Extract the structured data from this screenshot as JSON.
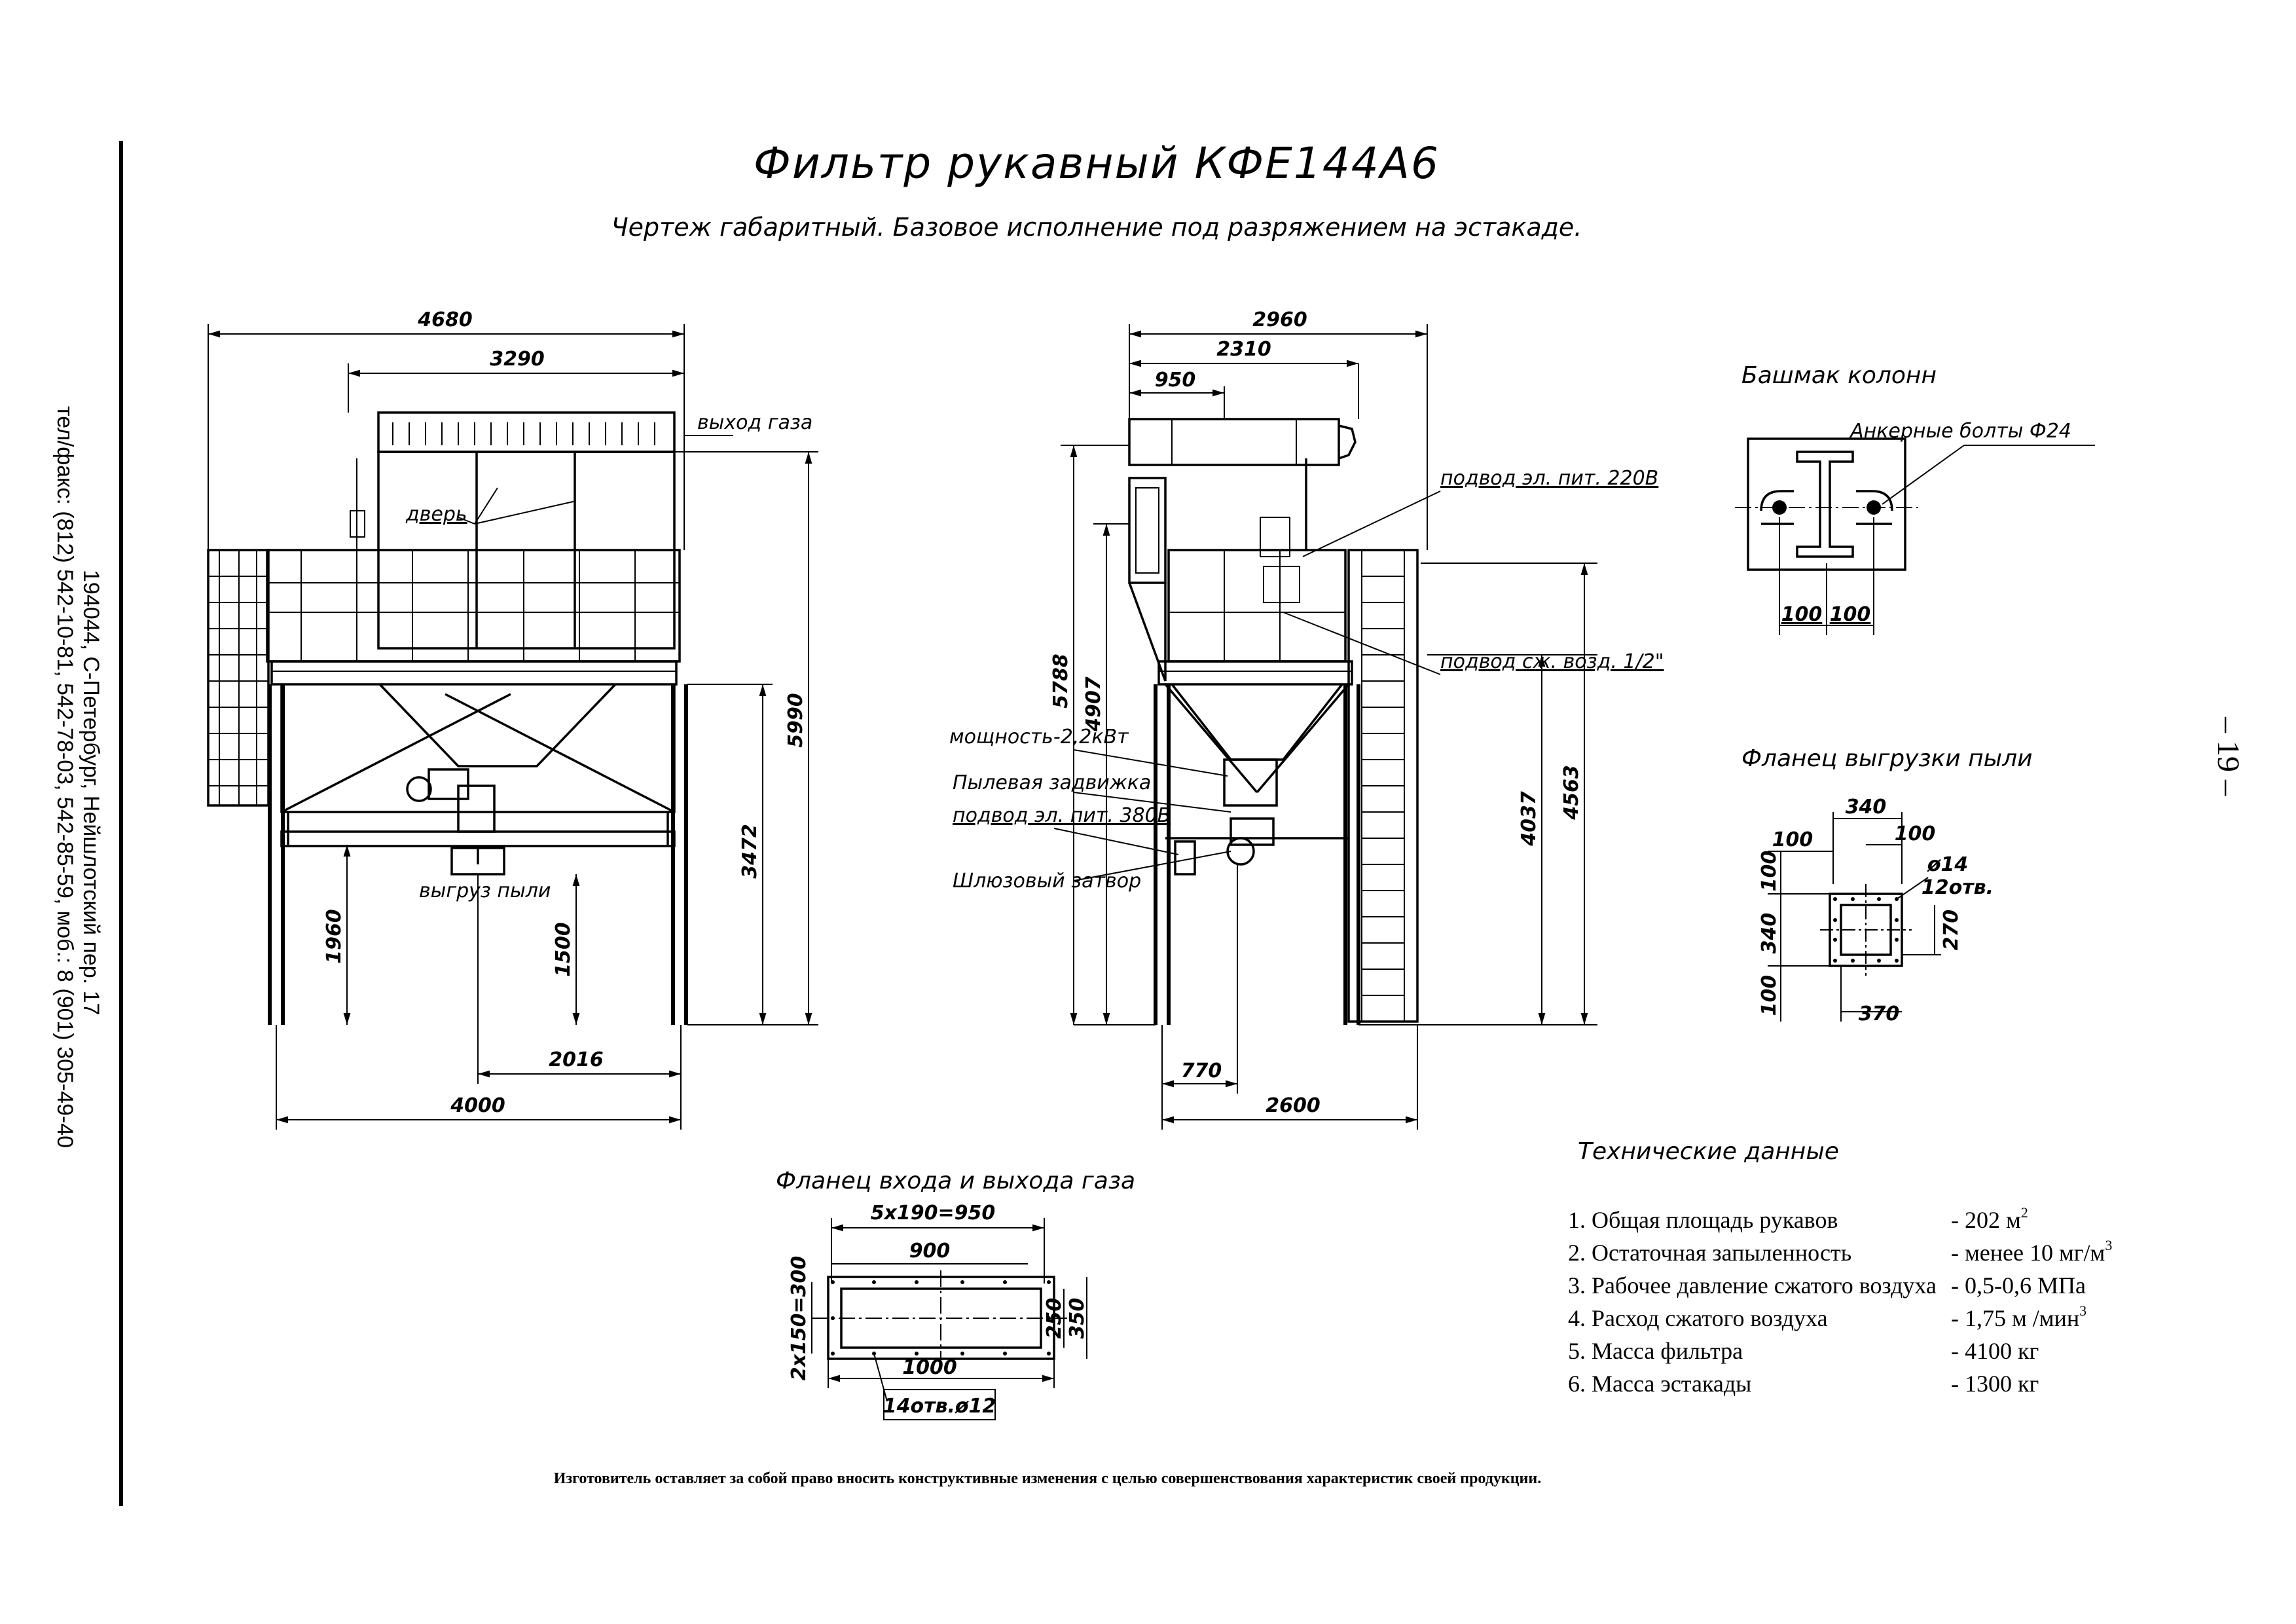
{
  "title": "Фильтр рукавный КФЕ144А6",
  "subtitle": "Чертеж габаритный. Базовое исполнение под разряжением на эстакаде.",
  "side_text": {
    "address": "194044, С-Петербург, Нейшлотский пер. 17",
    "phones": "тел/факс: (812) 542-10-81, 542-78-03, 542-85-59, моб.: 8 (901) 305-49-40"
  },
  "page_number": "– 19 –",
  "front_view": {
    "dimensions": {
      "overall_width": "4680",
      "upper_width": "3290",
      "total_height": "5990",
      "platform_height": "3472",
      "leg_height": "1960",
      "outlet_height": "1500",
      "outlet_offset": "2016",
      "base_width": "4000"
    },
    "labels": {
      "gas_outlet": "выход газа",
      "door": "дверь",
      "dust_outlet": "выгруз пыли"
    }
  },
  "side_view": {
    "dimensions": {
      "overall_width": "2960",
      "width_2310": "2310",
      "width_950": "950",
      "height_5788": "5788",
      "height_4907": "4907",
      "height_4037": "4037",
      "height_4563": "4563",
      "offset_770": "770",
      "base_width": "2600"
    },
    "labels": {
      "power_supply": "подвод эл. пит. 220В",
      "air_supply": "подвод сж. возд. 1/2\"",
      "power": "мощность-2,2кВт",
      "dust_valve": "Пылевая задвижка",
      "power_380": "подвод эл. пит. 380В",
      "sluice": "Шлюзовый затвор"
    }
  },
  "column_shoe": {
    "title": "Башмак колонн",
    "anchor_label": "Анкерные болты Ф24",
    "dim_a": "100",
    "dim_b": "100"
  },
  "dust_flange": {
    "title": "Фланец выгрузки пыли",
    "dim_340_top": "340",
    "dim_100_top": "100",
    "dim_100_left": "100",
    "dim_100_side": "100",
    "dim_340_side": "340",
    "dim_100_bottom": "100",
    "holes": "ø14",
    "holes_count": "12отв.",
    "dim_270": "270",
    "dim_370": "370"
  },
  "gas_flange": {
    "title": "Фланец входа и выхода газа",
    "dim_top": "5x190=950",
    "dim_900": "900",
    "dim_left": "2x150=300",
    "dim_250": "250",
    "dim_350": "350",
    "dim_1000": "1000",
    "holes": "14отв.ø12"
  },
  "tech_data": {
    "title": "Технические данные",
    "rows": [
      {
        "name": "1. Общая площадь рукавов",
        "value": "- 202 м",
        "sup": "2"
      },
      {
        "name": "2. Остаточная запыленность",
        "value": "- менее 10 мг/м",
        "sup": "3"
      },
      {
        "name": "3. Рабочее давление сжатого воздуха",
        "value": "- 0,5-0,6 МПа",
        "sup": ""
      },
      {
        "name": "4. Расход сжатого воздуха",
        "value": "- 1,75 м /мин",
        "sup": "3"
      },
      {
        "name": "5. Масса фильтра",
        "value": "- 4100 кг",
        "sup": ""
      },
      {
        "name": "6. Масса эстакады",
        "value": "- 1300 кг",
        "sup": ""
      }
    ]
  },
  "footer": "Изготовитель оставляет за собой право вносить конструктивные изменения с целью совершенствования характеристик своей продукции."
}
